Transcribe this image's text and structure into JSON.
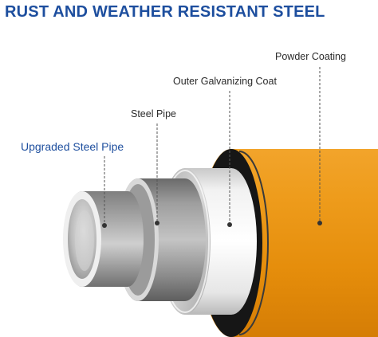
{
  "title": "RUST AND WEATHER RESISTANT STEEL",
  "labels": {
    "upgraded": "Upgraded Steel Pipe",
    "steel": "Steel Pipe",
    "galvanizing": "Outer Galvanizing Coat",
    "powder": "Powder Coating"
  },
  "colors": {
    "title": "#1d4e9e",
    "highlight": "#1d4e9e",
    "powder": "#e7940e",
    "text": "#2a2a2a"
  }
}
